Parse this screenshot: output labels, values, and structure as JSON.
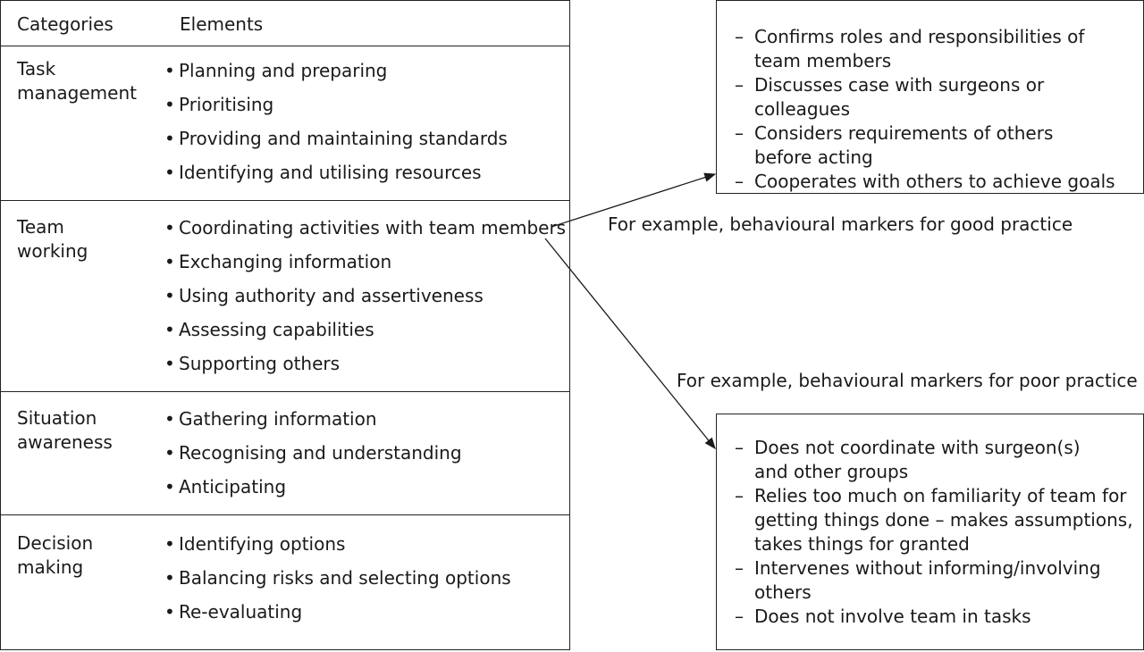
{
  "table": {
    "header": {
      "categories": "Categories",
      "elements": "Elements"
    },
    "rows": [
      {
        "category": "Task\nmanagement",
        "elements": [
          "Planning and preparing",
          "Prioritising",
          "Providing and maintaining standards",
          "Identifying and utilising resources"
        ]
      },
      {
        "category": "Team\nworking",
        "elements": [
          "Coordinating activities with team members",
          "Exchanging information",
          "Using authority and assertiveness",
          "Assessing capabilities",
          "Supporting others"
        ]
      },
      {
        "category": "Situation\nawareness",
        "elements": [
          "Gathering information",
          "Recognising and understanding",
          "Anticipating"
        ]
      },
      {
        "category": "Decision\nmaking",
        "elements": [
          "Identifying options",
          "Balancing risks and selecting options",
          "Re-evaluating"
        ]
      }
    ]
  },
  "good_practice": {
    "caption": "For example, behavioural markers for good practice",
    "markers": [
      "Confirms roles and responsibilities of\nteam members",
      "Discusses case with surgeons or colleagues",
      "Considers requirements of others\nbefore acting",
      "Cooperates with others to achieve goals"
    ]
  },
  "poor_practice": {
    "caption": "For example, behavioural markers for poor practice",
    "markers": [
      "Does not coordinate with surgeon(s)\nand other groups",
      "Relies too much on familiarity of team for\ngetting things done – makes assumptions,\ntakes things for granted",
      "Intervenes without informing/involving\nothers",
      "Does not involve team in tasks"
    ]
  },
  "symbols": {
    "bullet": "•",
    "dash": "–"
  }
}
